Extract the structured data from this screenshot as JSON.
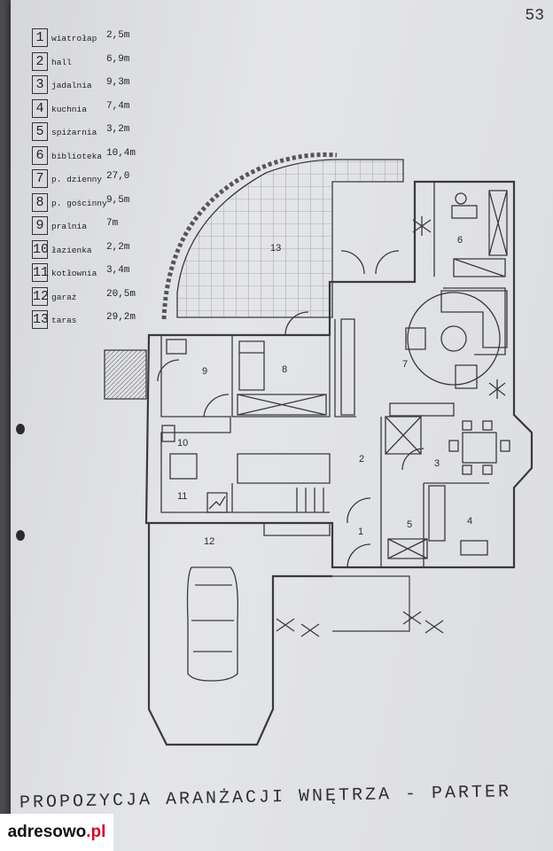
{
  "page_number": "53",
  "title": "PROPOZYCJA ARANŻACJI WNĘTRZA - PARTER",
  "watermark": {
    "brand": "adresowo",
    "tld": ".pl"
  },
  "rooms": [
    {
      "num": "1",
      "name": "wiatrołap",
      "area": "2,5m"
    },
    {
      "num": "2",
      "name": "hall",
      "area": "6,9m"
    },
    {
      "num": "3",
      "name": "jadalnia",
      "area": "9,3m"
    },
    {
      "num": "4",
      "name": "kuchnia",
      "area": "7,4m"
    },
    {
      "num": "5",
      "name": "spiżarnia",
      "area": "3,2m"
    },
    {
      "num": "6",
      "name": "biblioteka",
      "area": "10,4m"
    },
    {
      "num": "7",
      "name": "p. dzienny",
      "area": "27,0"
    },
    {
      "num": "8",
      "name": "p. gościnny",
      "area": "9,5m"
    },
    {
      "num": "9",
      "name": "pralnia",
      "area": "7m"
    },
    {
      "num": "10",
      "name": "łazienka",
      "area": "2,2m"
    },
    {
      "num": "11",
      "name": "kotłownia",
      "area": "3,4m"
    },
    {
      "num": "12",
      "name": "garaż",
      "area": "20,5m"
    },
    {
      "num": "13",
      "name": "taras",
      "area": "29,2m"
    }
  ],
  "plan_labels": [
    "1",
    "2",
    "3",
    "4",
    "5",
    "6",
    "7",
    "8",
    "9",
    "10",
    "11",
    "12",
    "13"
  ]
}
